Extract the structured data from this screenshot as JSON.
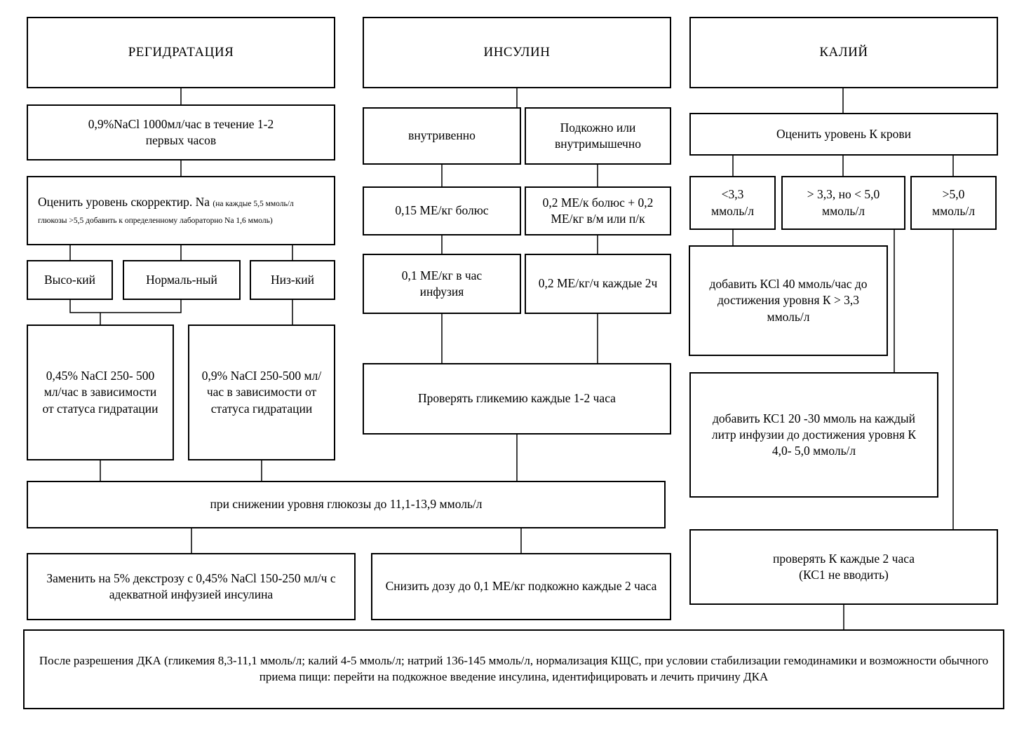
{
  "rehydration": {
    "header": "РЕГИДРАТАЦИЯ",
    "step1": "0,9%NaCl 1000мл/час в течение 1-2 первых часов",
    "na_assess_main": "Оценить уровень скорректир. Na",
    "na_assess_note": "(на каждые 5,5 ммоль/л глюкозы >5,5 добавить к определенному лабораторно Na 1,6 ммоль)",
    "high": "Высо-кий",
    "normal": "Нормаль-ный",
    "low": "Низ-кий",
    "nacl045": "0,45% NaCI 250- 500 мл/час в зависимости от статуса гидратации",
    "nacl09": "0,9% NaCI 250-500 мл/час в зависимости от статуса гидратации"
  },
  "insulin": {
    "header": "ИНСУЛИН",
    "iv": "внутривенно",
    "sc_im": "Подкожно или внутримышечно",
    "iv_bolus": "0,15 МЕ/кг болюс",
    "sc_bolus": "0,2 МЕ/к болюс + 0,2 МЕ/кг в/м или п/к",
    "iv_infusion": "0,1 МЕ/кг в час инфузия",
    "sc_repeat": "0,2 МЕ/кг/ч каждые 2ч",
    "check_glycemia": "Проверять гликемию каждые 1-2 часа"
  },
  "potassium": {
    "header": "КАЛИЙ",
    "assess": "Оценить уровень К крови",
    "lt33": "<3,3 ммоль/л",
    "mid": "> 3,3, но < 5,0 ммоль/л",
    "gt50": ">5,0 ммоль/л",
    "add40": "добавить КCl 40 ммоль/час до достижения уровня К > 3,3 ммоль/л",
    "add2030": "добавить КС1 20 -30 ммоль на каждый литр инфузии до достижения уровня К 4,0- 5,0 ммоль/л",
    "check_k": "проверять К каждые 2 часа",
    "check_k_note": "(КС1 не вводить)"
  },
  "glucose_drop": "при снижении уровня глюкозы до 11,1-13,9 ммоль/л",
  "replace_dextrose": "Заменить на 5% декстрозу с 0,45% NaCl 150-250 мл/ч с адекватной инфузией инсулина",
  "reduce_dose": "Снизить дозу до 0,1 МЕ/кг подкожно каждые 2 часа",
  "resolution": "После разрешения ДКА (гликемия 8,3-11,1 ммоль/л; калий 4-5 ммоль/л; натрий 136-145 ммоль/л, нормализация КЩС, при условии стабилизации гемодинамики и возможности обычного приема пищи: перейти на подкожное введение инсулина, идентифицировать и лечить причину ДКА"
}
